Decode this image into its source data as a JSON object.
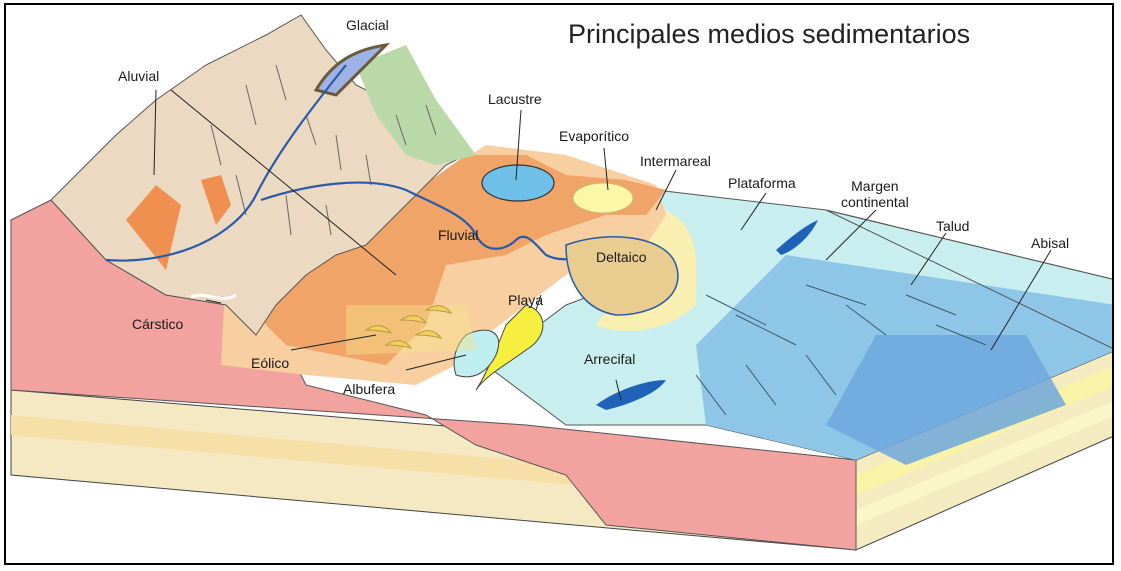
{
  "title": "Principales medios sedimentarios",
  "labels": {
    "glacial": "Glacial",
    "aluvial": "Aluvial",
    "lacustre": "Lacustre",
    "evaporitico": "Evaporítico",
    "intermareal": "Intermareal",
    "plataforma": "Plataforma",
    "margen_line1": "Margen",
    "margen_line2": "continental",
    "talud": "Talud",
    "abisal": "Abisal",
    "fluvial": "Fluvial",
    "deltaico": "Deltaico",
    "playa": "Playa",
    "carstico": "Cárstico",
    "eolico": "Eólico",
    "albufera": "Albufera",
    "arrecifal": "Arrecifal"
  },
  "colors": {
    "mountain": "#ecd9c2",
    "mountain_green": "#b9d9a8",
    "lowland_orange": "#f0a468",
    "plain_peach": "#f7cfa0",
    "pink_rock": "#f2a3a0",
    "sand_yellow": "#f7ef9e",
    "shallow_sea": "#c8eef0",
    "deep_sea": "#78b6e0",
    "abyss": "#5d98d8",
    "river": "#2a5aa8",
    "reef": "#1f63b8"
  }
}
